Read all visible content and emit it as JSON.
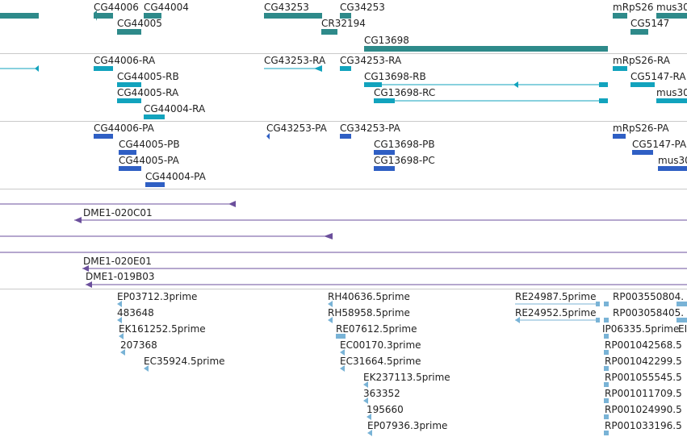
{
  "colors": {
    "gene": "#2e8a8a",
    "transcript": "#12a3bd",
    "protein": "#2f5fc4",
    "clone": "#6b4f9c",
    "est": "#79b3d6",
    "divider": "#c9c9c9"
  },
  "tracks": {
    "genes": {
      "labels": [
        "CG44006",
        "CG44004",
        "CG44005",
        "CG43253",
        "CG34253",
        "CR32194",
        "CG13698",
        "mRpS26",
        "mus30",
        "CG5147"
      ]
    },
    "transcripts": {
      "labels": [
        "CG44006-RA",
        "CG44005-RB",
        "CG44005-RA",
        "CG44004-RA",
        "CG43253-RA",
        "CG34253-RA",
        "CG13698-RB",
        "CG13698-RC",
        "mRpS26-RA",
        "CG5147-RA",
        "mus30"
      ]
    },
    "proteins": {
      "labels": [
        "CG44006-PA",
        "CG44005-PB",
        "CG44005-PA",
        "CG44004-PA",
        "CG43253-PA",
        "CG34253-PA",
        "CG13698-PB",
        "CG13698-PC",
        "mRpS26-PA",
        "CG5147-PA",
        "mus30"
      ]
    },
    "clones": {
      "labels": [
        "DME1-020C01",
        "DME1-020E01",
        "DME1-019B03"
      ]
    },
    "ests": {
      "labels": [
        "EP03712.3prime",
        "483648",
        "EK161252.5prime",
        "207368",
        "EC35924.5prime",
        "RH40636.5prime",
        "RH58958.5prime",
        "RE07612.5prime",
        "EC00170.3prime",
        "EC31664.5prime",
        "EK237113.5prime",
        "363352",
        "195660",
        "EP07936.3prime",
        "RE24987.5prime",
        "RE24952.5prime",
        "RP003550804.",
        "RP003058405.",
        "IP06335.5prime",
        "EI",
        "RP001042568.5",
        "RP001042299.5",
        "RP001055545.5",
        "RP001011709.5",
        "RP001024990.5",
        "RP001033196.5"
      ]
    }
  }
}
